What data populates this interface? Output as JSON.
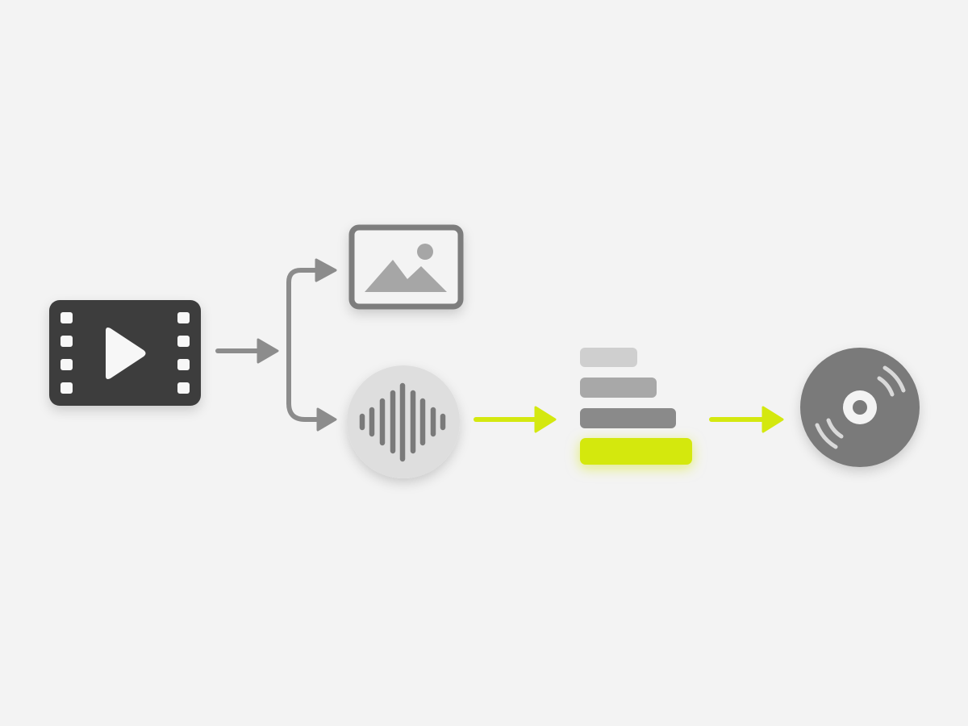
{
  "diagram": {
    "nodes": [
      {
        "id": "video-source",
        "icon": "video-film-icon"
      },
      {
        "id": "image-frames",
        "icon": "image-icon"
      },
      {
        "id": "audio-track",
        "icon": "sound-wave-icon"
      },
      {
        "id": "level-stack",
        "icon": "stacked-bars-icon"
      },
      {
        "id": "disc-output",
        "icon": "disc-icon"
      }
    ],
    "edges": [
      {
        "from": "video-source",
        "to": "image-frames",
        "color": "#8c8c8c"
      },
      {
        "from": "video-source",
        "to": "audio-track",
        "color": "#8c8c8c"
      },
      {
        "from": "audio-track",
        "to": "level-stack",
        "color": "#d4e80f"
      },
      {
        "from": "level-stack",
        "to": "disc-output",
        "color": "#d4e80f"
      }
    ],
    "colors": {
      "background": "#f3f3f3",
      "dark": "#3d3d3d",
      "mid_gray": "#8c8c8c",
      "light_gray": "#d9d9d9",
      "accent": "#d4e80f",
      "white": "#f7f7f7"
    }
  }
}
